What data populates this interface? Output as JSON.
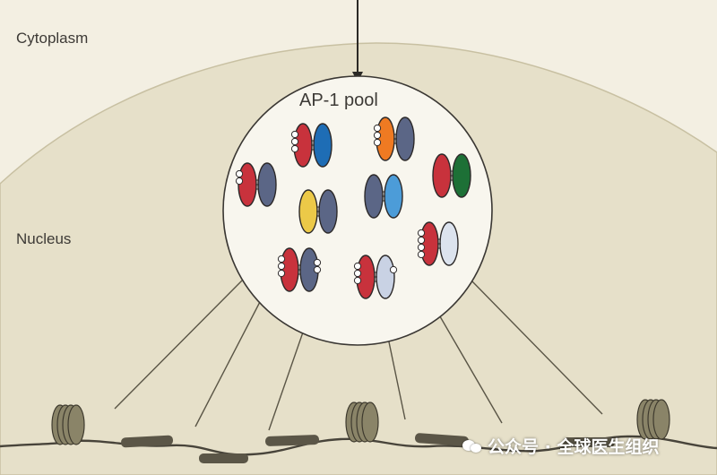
{
  "labels": {
    "cytoplasm": "Cytoplasm",
    "nucleus": "Nucleus",
    "pool": "AP-1 pool"
  },
  "watermark": {
    "text": "公众号 · 全球医生组织",
    "icon": "wechat-icon"
  },
  "colors": {
    "background": "#f3efe2",
    "nucleus_fill": "#e6e0c9",
    "pool_fill": "#f8f6ee",
    "red": "#c8323c",
    "blue": "#1e6db5",
    "slate": "#5b6686",
    "orange": "#ef7a22",
    "green": "#1d7036",
    "yellow": "#ecc948",
    "light_blue": "#4c9cd8",
    "pale_blue": "#c9d2e4",
    "very_pale_blue": "#dce3ee",
    "nucleosome": "#8a8468",
    "dna": "#48443a"
  },
  "dimers": [
    {
      "left": "red",
      "right": "slate",
      "left_dots": 2,
      "right_dots": 0
    },
    {
      "left": "red",
      "right": "blue",
      "left_dots": 3,
      "right_dots": 0
    },
    {
      "left": "orange",
      "right": "slate",
      "left_dots": 3,
      "right_dots": 0
    },
    {
      "left": "red",
      "right": "green",
      "left_dots": 0,
      "right_dots": 0
    },
    {
      "left": "yellow",
      "right": "slate",
      "left_dots": 0,
      "right_dots": 0
    },
    {
      "left": "slate",
      "right": "light_blue",
      "left_dots": 0,
      "right_dots": 0
    },
    {
      "left": "red",
      "right": "very_pale_blue",
      "left_dots": 4,
      "right_dots": 0
    },
    {
      "left": "red",
      "right": "slate",
      "left_dots": 3,
      "right_dots": 2
    },
    {
      "left": "red",
      "right": "pale_blue",
      "left_dots": 3,
      "right_dots": 1
    }
  ],
  "nucleosome_count": 3
}
